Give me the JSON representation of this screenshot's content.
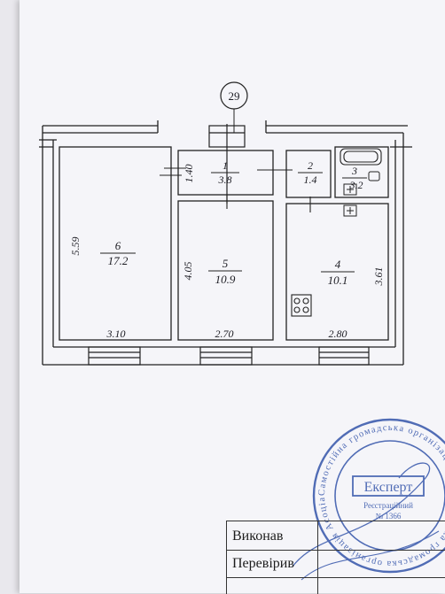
{
  "plan": {
    "marker": "29",
    "rooms": [
      {
        "number": "1",
        "area": "3.8"
      },
      {
        "number": "2",
        "area": "1.4"
      },
      {
        "number": "3",
        "area": "3.2"
      },
      {
        "number": "4",
        "area": "10.1"
      },
      {
        "number": "5",
        "area": "10.9"
      },
      {
        "number": "6",
        "area": "17.2"
      }
    ],
    "dimensions": [
      "1.40",
      "5.59",
      "4.05",
      "3.61",
      "3.10",
      "2.70",
      "2.80"
    ]
  },
  "stamp": {
    "ring_text": "Самостійна громадська організація Всеукраїнська громадська організація Асоціація фахівців",
    "center_title": "Експерт",
    "reg_label": "Реєстраційний",
    "reg_number": "№ 1366",
    "color": "#2c4ea7"
  },
  "signature_table": {
    "rows": [
      {
        "label": "Виконав"
      },
      {
        "label": "Перевірив"
      }
    ]
  }
}
